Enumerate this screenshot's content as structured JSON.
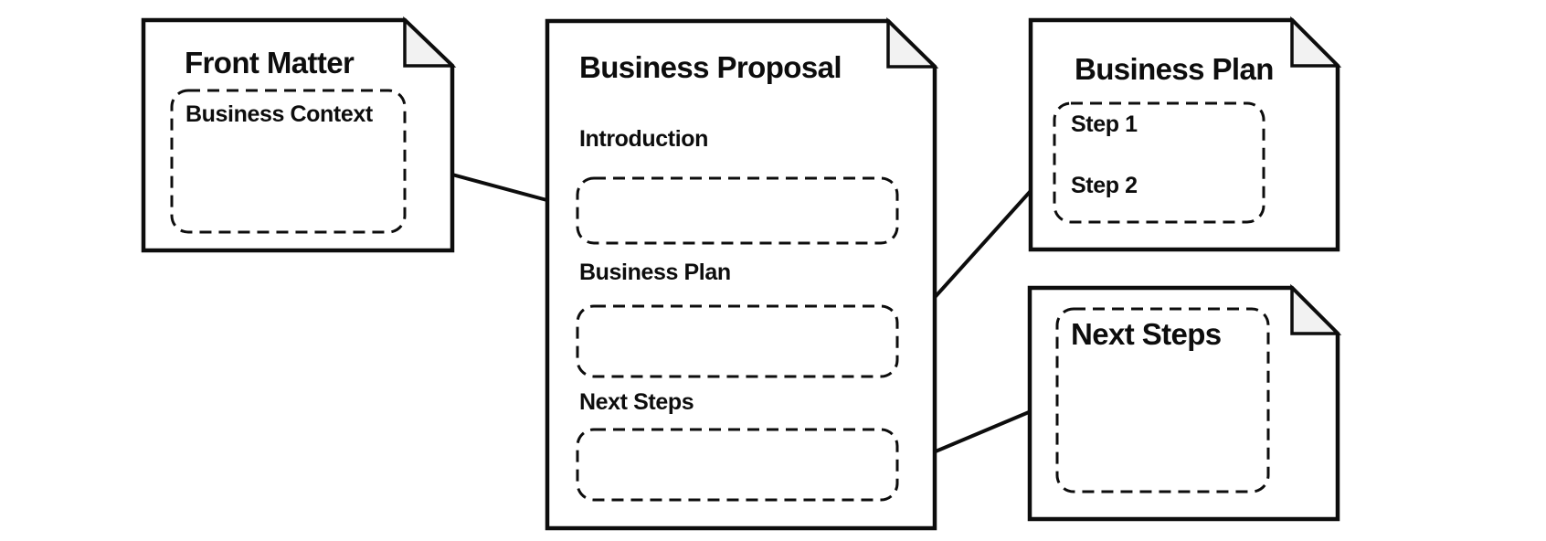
{
  "colors": {
    "stroke": "#0d0d0d",
    "fold_fill": "#f2f2f2",
    "background": "#ffffff"
  },
  "documents": [
    {
      "id": "front-matter",
      "title": "Front Matter",
      "sections": [
        {
          "label": "Business Context"
        }
      ]
    },
    {
      "id": "business-proposal",
      "title": "Business Proposal",
      "sections": [
        {
          "label": "Introduction"
        },
        {
          "label": "Business Plan"
        },
        {
          "label": "Next Steps"
        }
      ]
    },
    {
      "id": "business-plan",
      "title": "Business Plan",
      "sections": [
        {
          "label": "Step 1"
        },
        {
          "label": "Step 2"
        }
      ]
    },
    {
      "id": "next-steps",
      "title": "Next Steps",
      "sections": []
    }
  ],
  "connections": [
    {
      "from": "front-matter.business-context",
      "to": "business-proposal.introduction"
    },
    {
      "from": "business-proposal.business-plan",
      "to": "business-plan.steps"
    },
    {
      "from": "business-proposal.next-steps",
      "to": "next-steps.body"
    }
  ]
}
